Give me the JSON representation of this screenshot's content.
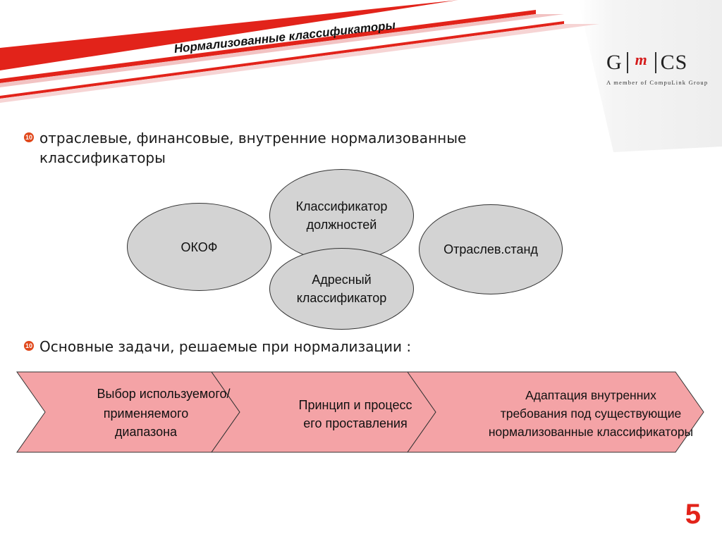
{
  "slide": {
    "title": "Нормализованные классификаторы",
    "page_number": "5"
  },
  "logo": {
    "left": "G",
    "middle": "m",
    "right": "CS",
    "subtitle": "A member of CompuLink Group"
  },
  "bullets": [
    {
      "line1": "отраслевые, финансовые, внутренние нормализованные",
      "line2": "классификаторы"
    },
    {
      "line1": "Основные задачи, решаемые при нормализации :"
    }
  ],
  "ovals": [
    {
      "line1": "Классификатор",
      "line2": "должностей"
    },
    {
      "line1": "ОКОФ"
    },
    {
      "line1": "Отраслев.станд"
    },
    {
      "line1": "Адресный",
      "line2": "классификатор"
    }
  ],
  "chevrons": [
    {
      "lines": [
        "Выбор используемого/",
        "применяемого",
        "диапазона"
      ]
    },
    {
      "lines": [
        "Принцип и процесс",
        "его проставления"
      ]
    },
    {
      "lines": [
        "Адаптация внутренних",
        "требования под существующие",
        "нормализованные классификаторы"
      ]
    }
  ],
  "colors": {
    "accent_red": "#e2231a",
    "chevron_fill": "#f4a3a6",
    "oval_fill": "#d3d3d3"
  }
}
